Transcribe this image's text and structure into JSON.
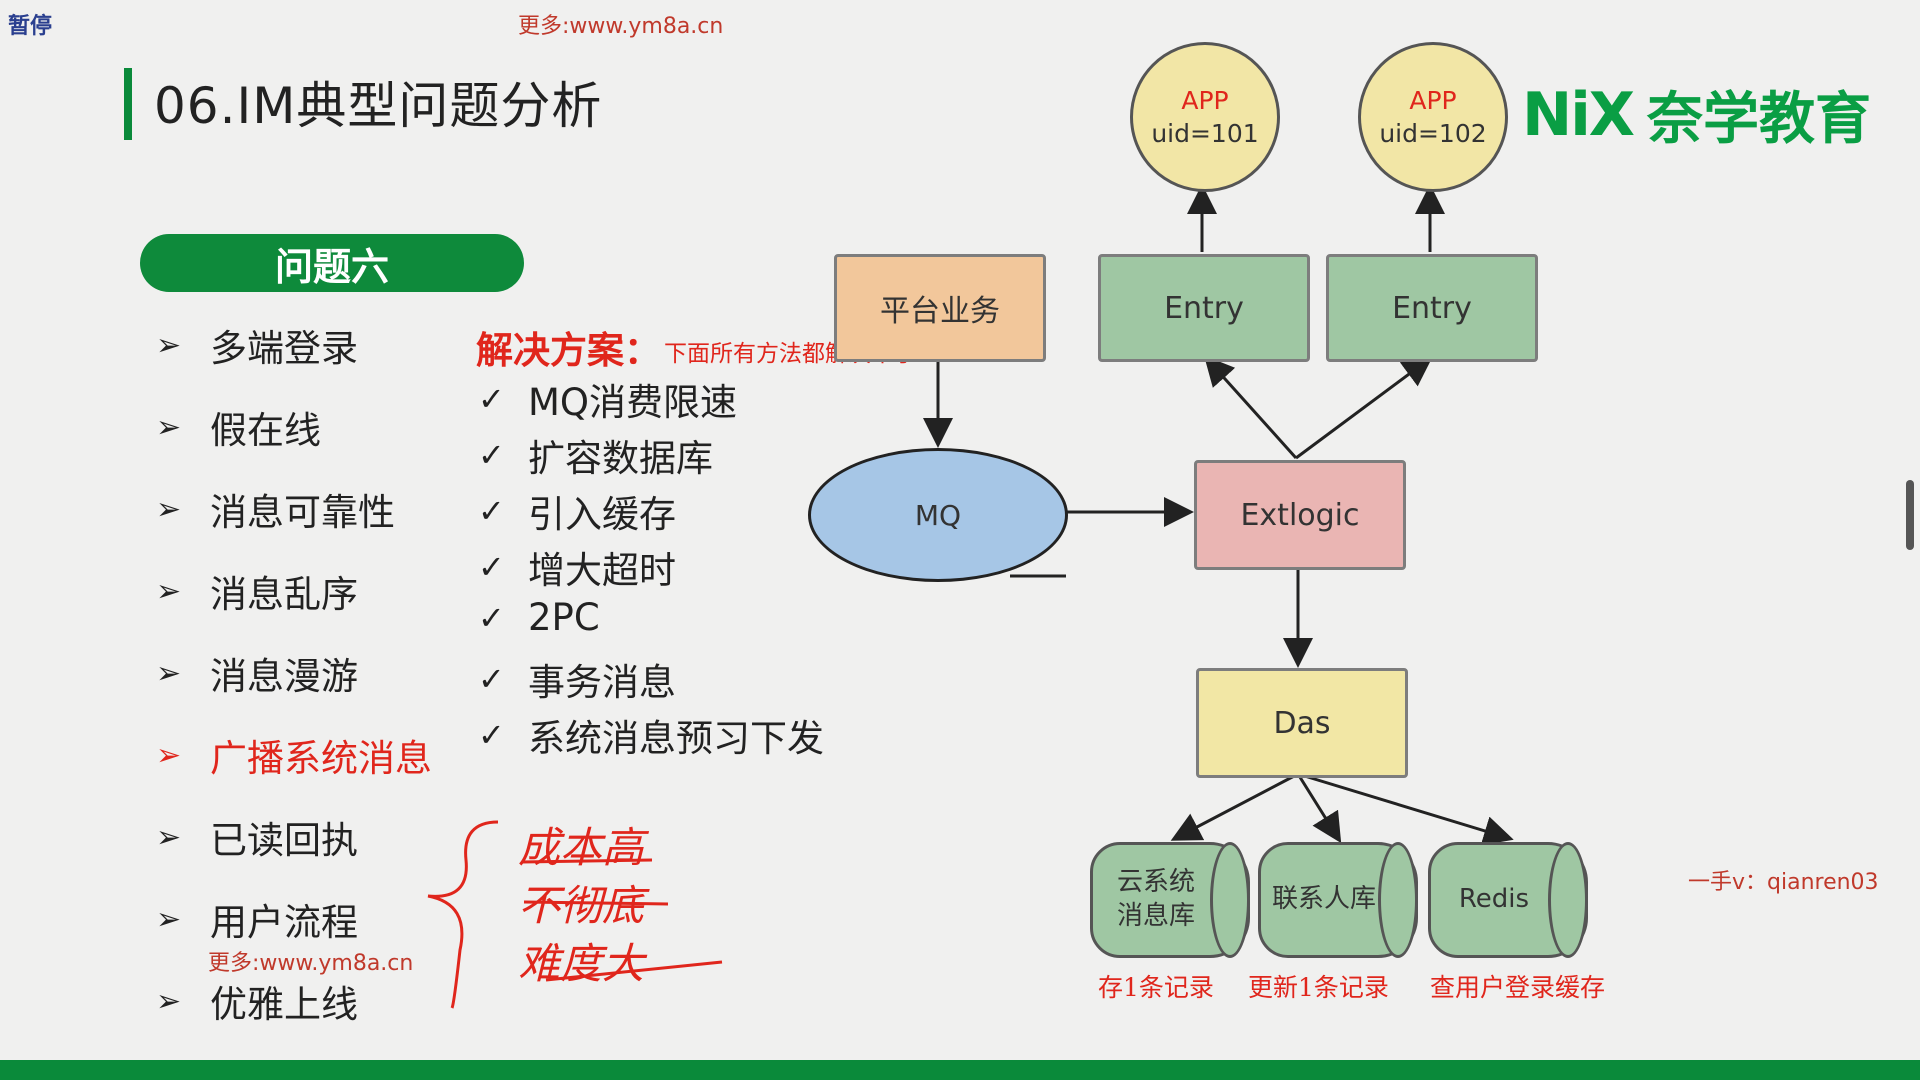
{
  "overlay": {
    "pause_badge": "暂停",
    "watermark_top": "更多:www.ym8a.cn",
    "watermark_bottom": "更多:www.ym8a.cn",
    "contact": "一手v：qianren03"
  },
  "slide": {
    "title": "06.IM典型问题分析",
    "problem_label": "问题六",
    "topics": [
      "多端登录",
      "假在线",
      "消息可靠性",
      "消息乱序",
      "消息漫游",
      "广播系统消息",
      "已读回执",
      "用户流程",
      "优雅上线"
    ],
    "active_topic_index": 5,
    "solution_title": "解决方案：",
    "solution_note": "下面所有方法都解决不了",
    "solutions": [
      "MQ消费限速",
      "扩容数据库",
      "引入缓存",
      "增大超时",
      "2PC",
      "事务消息",
      "系统消息预习下发"
    ],
    "handwritten": [
      "成本高",
      "不彻底",
      "难度大"
    ]
  },
  "logo": {
    "mark": "NiX",
    "text": "奈学教育"
  },
  "diagram": {
    "biz": "平台业务",
    "mq": "MQ",
    "entry1": "Entry",
    "entry2": "Entry",
    "extlogic": "Extlogic",
    "das": "Das",
    "app1": {
      "label": "APP",
      "uid": "uid=101"
    },
    "app2": {
      "label": "APP",
      "uid": "uid=102"
    },
    "stores": [
      {
        "line1": "云系统",
        "line2": "消息库"
      },
      {
        "line1": "联系人库",
        "line2": ""
      },
      {
        "line1": "Redis",
        "line2": ""
      }
    ],
    "captions": [
      "存1条记录",
      "更新1条记录",
      "查用户登录缓存"
    ]
  },
  "colors": {
    "green": "#0e8a3b",
    "red": "#e0261c"
  }
}
